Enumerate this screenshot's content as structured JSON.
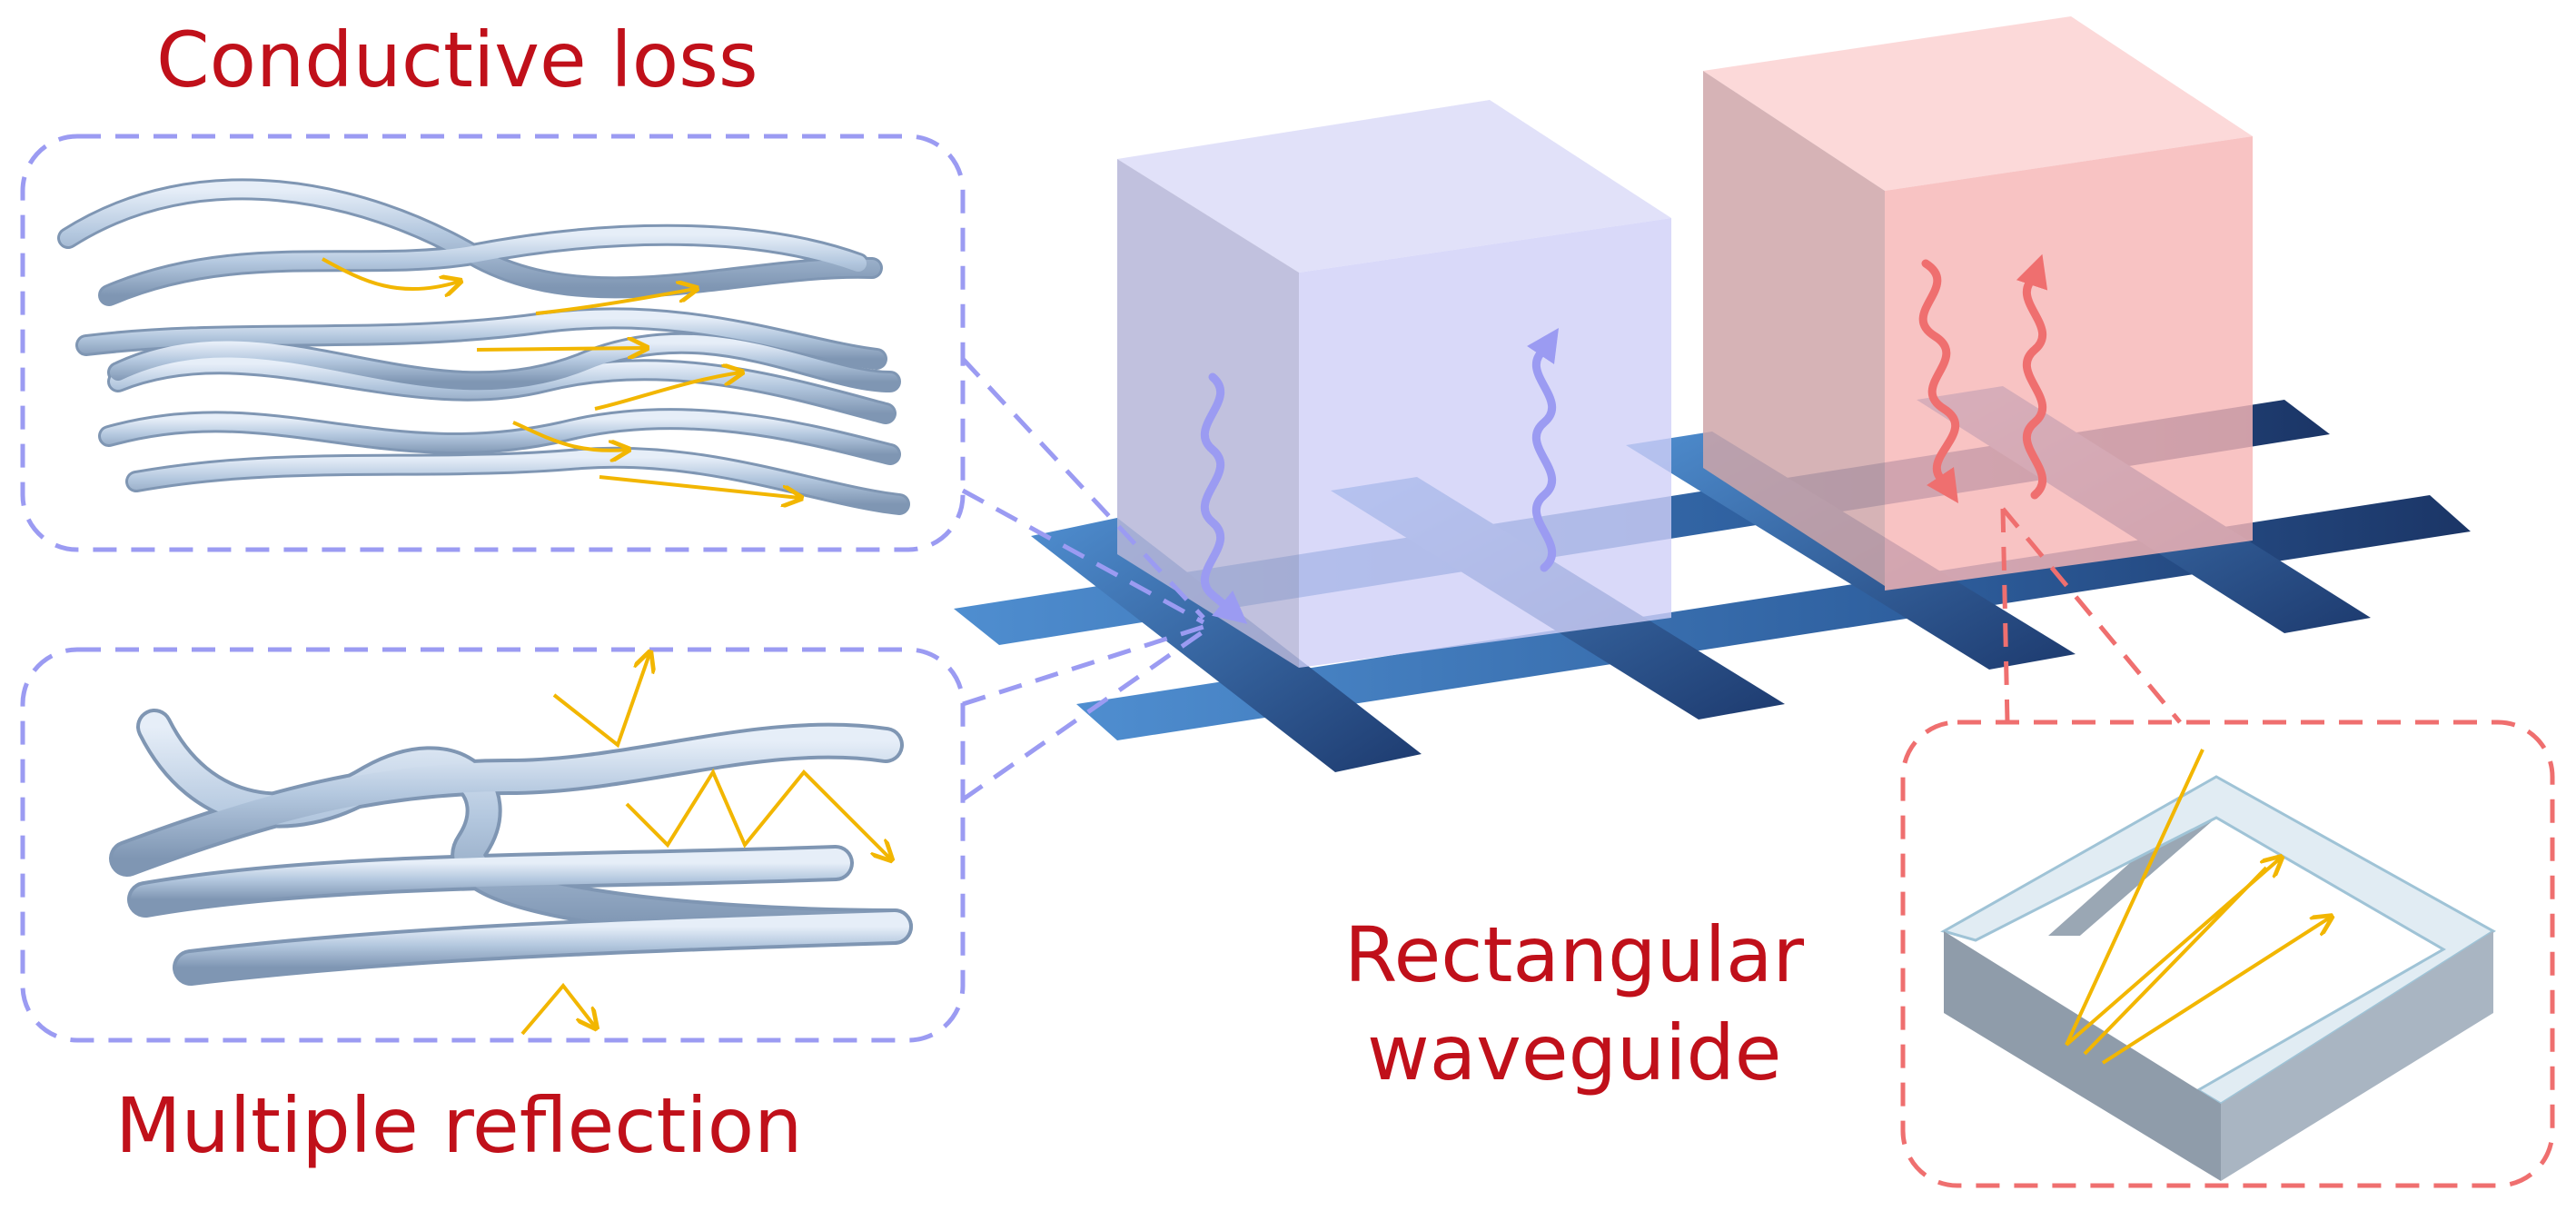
{
  "labels": {
    "conductive_loss": "Conductive loss",
    "multiple_reflection": "Multiple reflection",
    "rectangular_waveguide_line1": "Rectangular",
    "rectangular_waveguide_line2": "waveguide"
  },
  "colors": {
    "label_red": "#c0101a",
    "blue_dash": "#9b9bf2",
    "red_dash": "#ef6f6f",
    "fiber": "#b4c8df",
    "arrow_yellow": "#f2b600",
    "blue_cube": "#c9c9f6",
    "red_cube": "#f7b4b4",
    "strip": "#3a6fae",
    "blue_wave": "#9b9bf2",
    "red_wave": "#ef6f6f"
  }
}
